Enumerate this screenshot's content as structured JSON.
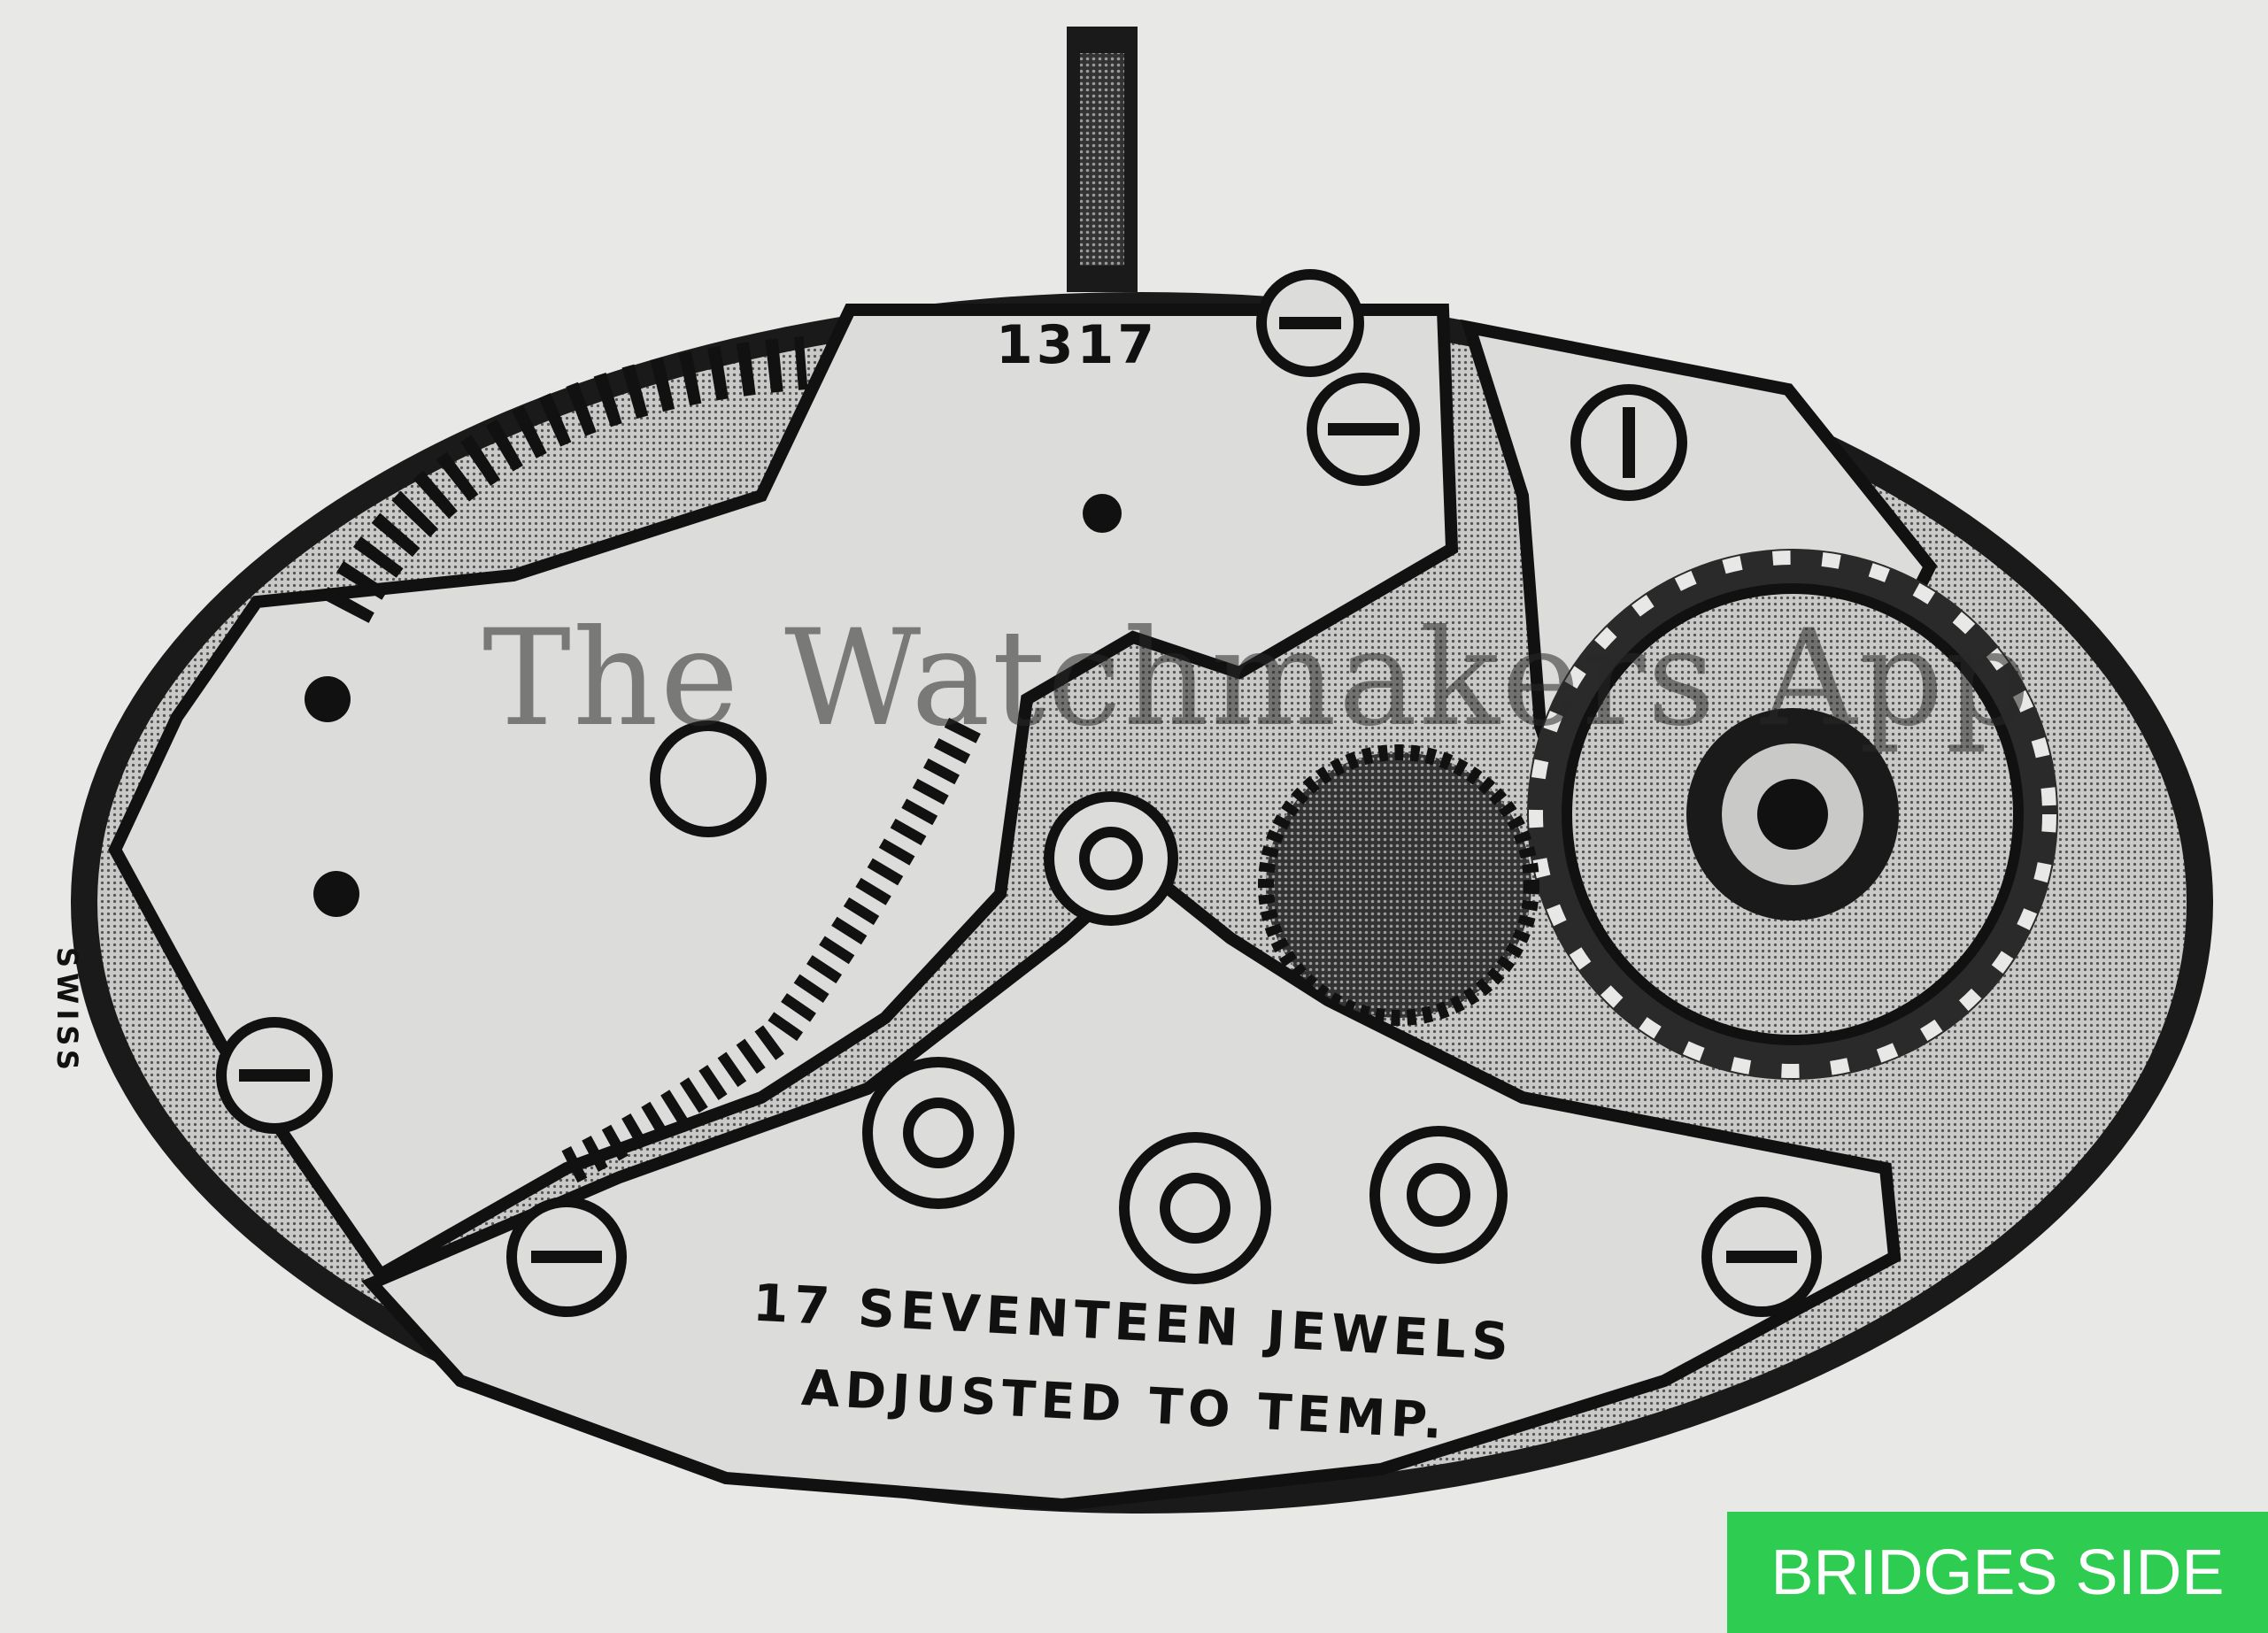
{
  "movement": {
    "number": "1317",
    "country_mark": "SWISS",
    "jewels_text": "17 SEVENTEEN JEWELS",
    "adjustment_text": "ADJUSTED TO TEMP."
  },
  "watermark": "The Watchmakers App",
  "badge": {
    "label": "BRIDGES SIDE",
    "color": "#2ecc50"
  },
  "colors": {
    "paper": "#e8e8e6",
    "plate": "#d8d8d6",
    "ink": "#111111"
  }
}
